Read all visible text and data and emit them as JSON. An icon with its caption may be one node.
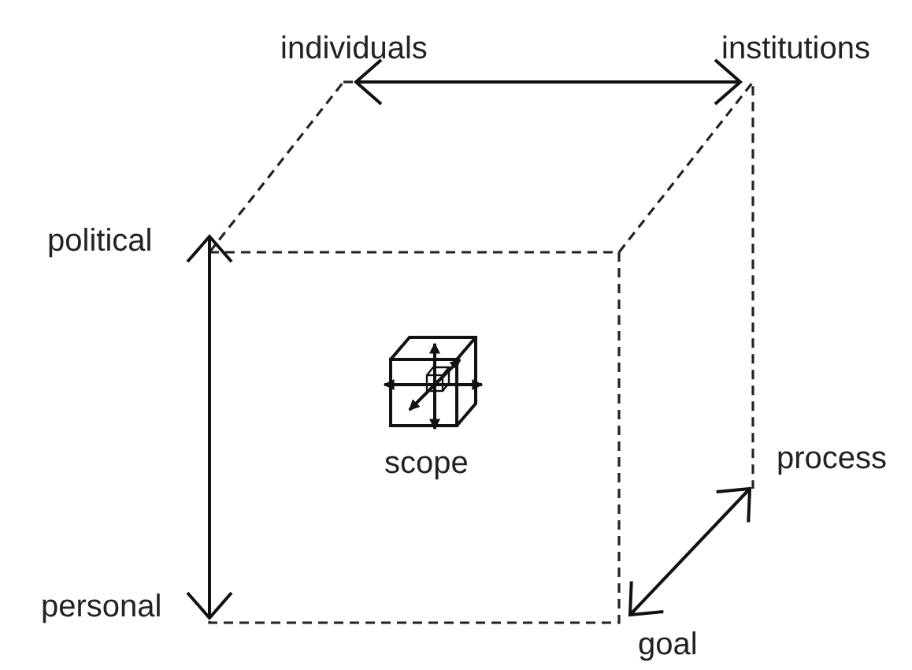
{
  "diagram": {
    "nodes": [
      {
        "text": [
          "individuals"
        ]
      },
      {
        "text": [
          "institutions"
        ]
      },
      {
        "text": [
          "political"
        ]
      },
      {
        "text": [
          "personal"
        ]
      },
      {
        "text": [
          "process"
        ]
      },
      {
        "text": [
          "goal"
        ]
      },
      {
        "text": [
          "scope"
        ]
      }
    ],
    "edges": [
      {
        "from": 0,
        "to": 1,
        "arrow": "both"
      },
      {
        "from": 2,
        "to": 3,
        "arrow": "both"
      },
      {
        "from": 5,
        "to": 4,
        "arrow": "both"
      }
    ]
  }
}
